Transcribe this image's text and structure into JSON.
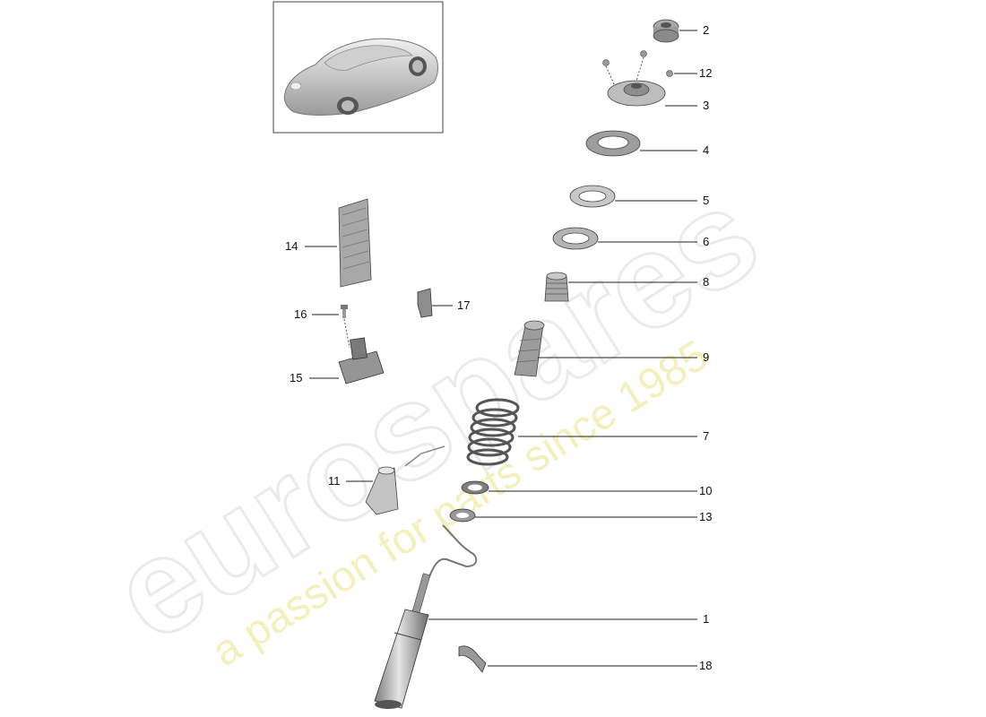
{
  "watermark": {
    "brand": "eurospares",
    "tagline": "a passion for parts since 1985"
  },
  "callouts": [
    {
      "id": "2",
      "label": "2"
    },
    {
      "id": "12",
      "label": "12"
    },
    {
      "id": "3",
      "label": "3"
    },
    {
      "id": "4",
      "label": "4"
    },
    {
      "id": "5",
      "label": "5"
    },
    {
      "id": "6",
      "label": "6"
    },
    {
      "id": "8",
      "label": "8"
    },
    {
      "id": "9",
      "label": "9"
    },
    {
      "id": "7",
      "label": "7"
    },
    {
      "id": "10",
      "label": "10"
    },
    {
      "id": "13",
      "label": "13"
    },
    {
      "id": "1",
      "label": "1"
    },
    {
      "id": "18",
      "label": "18"
    },
    {
      "id": "14",
      "label": "14"
    },
    {
      "id": "16",
      "label": "16"
    },
    {
      "id": "17",
      "label": "17"
    },
    {
      "id": "15",
      "label": "15"
    },
    {
      "id": "11",
      "label": "11"
    }
  ],
  "colors": {
    "part_fill": "#d8d8d8",
    "part_dark": "#8a8a8a",
    "line": "#222222",
    "watermark_grey": "#d9d9d9",
    "watermark_yellow": "#eeeaa0"
  }
}
